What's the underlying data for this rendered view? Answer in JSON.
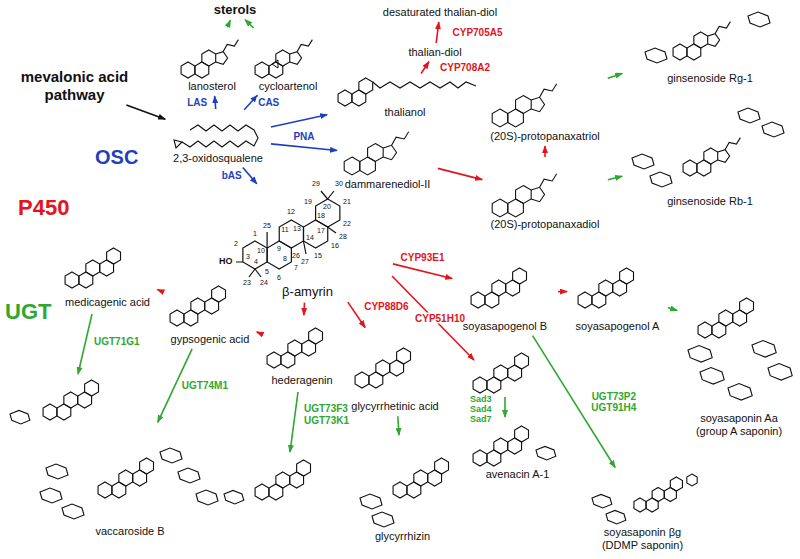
{
  "diagram": {
    "nodes": [
      {
        "text": [
          "sterols"
        ]
      },
      {
        "text": [
          "mevalonic acid pathway"
        ]
      },
      {
        "text": [
          "lanosterol"
        ]
      },
      {
        "text": [
          "cycloartenol"
        ]
      },
      {
        "text": [
          "desaturated thalian-diol"
        ]
      },
      {
        "text": [
          "thalian-diol"
        ]
      },
      {
        "text": [
          "thalianol"
        ]
      },
      {
        "text": [
          "2,3-oxidosqualene"
        ]
      },
      {
        "text": [
          "dammarenediol-II"
        ]
      },
      {
        "text": [
          "(20S)-protopanaxatriol"
        ]
      },
      {
        "text": [
          "(20S)-protopanaxadiol"
        ]
      },
      {
        "text": [
          "ginsenoside Rg-1"
        ]
      },
      {
        "text": [
          "ginsenoside Rb-1"
        ]
      },
      {
        "text": [
          "β-amyrin"
        ]
      },
      {
        "text": [
          "soyasapogenol B"
        ]
      },
      {
        "text": [
          "soyasapogenol A"
        ]
      },
      {
        "text": [
          "soyasaponin Aa (group A saponin)"
        ]
      },
      {
        "text": [
          "medicagenic acid"
        ]
      },
      {
        "text": [
          "gypsogenic acid"
        ]
      },
      {
        "text": [
          "hederagenin"
        ]
      },
      {
        "text": [
          "glycyrrhetinic acid"
        ]
      },
      {
        "text": [
          "vaccaroside B"
        ]
      },
      {
        "text": [
          "glycyrrhizin"
        ]
      },
      {
        "text": [
          "avenacin A-1"
        ]
      },
      {
        "text": [
          "soyasaponin βg (DDMP saponin)"
        ]
      }
    ],
    "edges": [
      {
        "from": 1,
        "to": 7,
        "arrow": "to"
      },
      {
        "from": 7,
        "to": 2,
        "label": "LAS",
        "arrow": "to"
      },
      {
        "from": 7,
        "to": 3,
        "label": "CAS",
        "arrow": "to"
      },
      {
        "from": 2,
        "to": 0,
        "arrow": "to"
      },
      {
        "from": 3,
        "to": 0,
        "arrow": "to"
      },
      {
        "from": 7,
        "to": 6,
        "arrow": "to"
      },
      {
        "from": 6,
        "to": 5,
        "label": "CYP708A2",
        "arrow": "to"
      },
      {
        "from": 5,
        "to": 4,
        "label": "CYP705A5",
        "arrow": "to"
      },
      {
        "from": 7,
        "to": 8,
        "label": "PNA",
        "arrow": "to"
      },
      {
        "from": 8,
        "to": 10,
        "arrow": "to"
      },
      {
        "from": 10,
        "to": 9,
        "arrow": "to"
      },
      {
        "from": 9,
        "to": 11,
        "arrow": "to"
      },
      {
        "from": 10,
        "to": 12,
        "arrow": "to"
      },
      {
        "from": 7,
        "to": 13,
        "label": "bAS",
        "arrow": "to"
      },
      {
        "from": 13,
        "to": 14,
        "label": "CYP93E1",
        "arrow": "to"
      },
      {
        "from": 14,
        "to": 15,
        "arrow": "to"
      },
      {
        "from": 15,
        "to": 16,
        "arrow": "to"
      },
      {
        "from": 13,
        "to": 19,
        "arrow": "to"
      },
      {
        "from": 19,
        "to": 18,
        "arrow": "to"
      },
      {
        "from": 18,
        "to": 17,
        "arrow": "to"
      },
      {
        "from": 13,
        "to": 20,
        "label": "CYP88D6",
        "arrow": "to"
      },
      {
        "from": 20,
        "to": 22,
        "arrow": "to"
      },
      {
        "from": 18,
        "to": 21,
        "label": "UGT74M1",
        "arrow": "to"
      },
      {
        "from": 14,
        "to": 24,
        "label": "UGT73P2 UGT91H4",
        "arrow": "to"
      }
    ],
    "labels": [
      "OSC",
      "P450",
      "UGT",
      "CYP51H10",
      "Sad3",
      "Sad4",
      "Sad7",
      "UGT71G1",
      "UGT73F3",
      "UGT73K1",
      "HO",
      "1",
      "2",
      "3",
      "4",
      "5",
      "6",
      "7",
      "8",
      "9",
      "10",
      "11",
      "12",
      "13",
      "14",
      "15",
      "16",
      "17",
      "18",
      "19",
      "20",
      "21",
      "22",
      "23",
      "24",
      "25",
      "26",
      "27",
      "28",
      "29",
      "30"
    ]
  }
}
